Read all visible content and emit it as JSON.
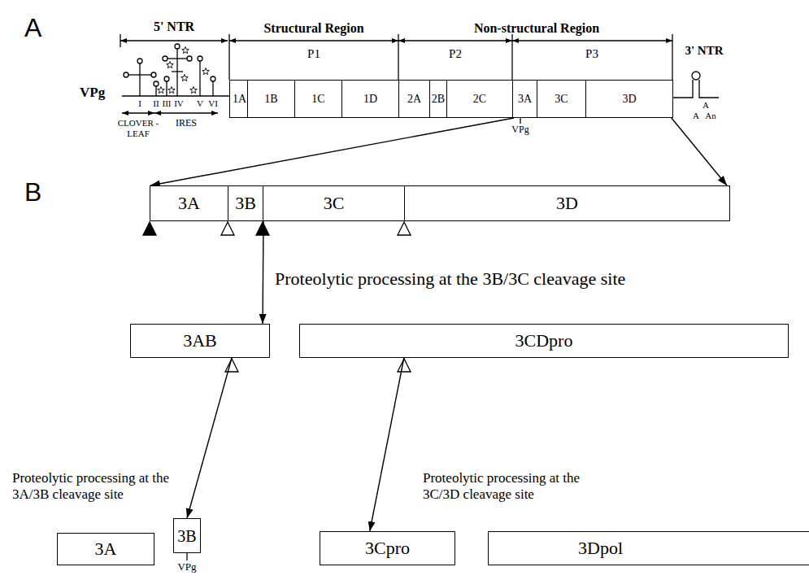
{
  "diagram": {
    "nodes": [
      {
        "text": [
          "1A"
        ]
      },
      {
        "text": [
          "1B"
        ]
      },
      {
        "text": [
          "1C"
        ]
      },
      {
        "text": [
          "1D"
        ]
      },
      {
        "text": [
          "2A"
        ]
      },
      {
        "text": [
          "2B"
        ]
      },
      {
        "text": [
          "2C"
        ]
      },
      {
        "text": [
          "3A"
        ]
      },
      {
        "text": [
          "3C"
        ]
      },
      {
        "text": [
          "3D"
        ]
      },
      {
        "text": [
          "3A"
        ]
      },
      {
        "text": [
          "3B"
        ]
      },
      {
        "text": [
          "3C"
        ]
      },
      {
        "text": [
          "3D"
        ]
      },
      {
        "text": [
          "3AB"
        ]
      },
      {
        "text": [
          "3CDpro"
        ]
      },
      {
        "text": [
          "3A"
        ]
      },
      {
        "text": [
          "3B"
        ]
      },
      {
        "text": [
          "3Cpro"
        ]
      },
      {
        "text": [
          "3Dpol"
        ]
      }
    ],
    "edges": [
      {
        "from": 7,
        "to": 10,
        "arrow": "to"
      },
      {
        "from": 9,
        "to": 13,
        "arrow": "to"
      },
      {
        "from": 11,
        "to": 14,
        "arrow": "to",
        "label": "Proteolytic processing at the 3B/3C cleavage site"
      },
      {
        "from": 14,
        "to": 17,
        "arrow": "to",
        "label": "Proteolytic processing at the 3A/3B cleavage site"
      },
      {
        "from": 15,
        "to": 18,
        "arrow": "to",
        "label": "Proteolytic processing at the 3C/3D cleavage site"
      }
    ],
    "labels": [
      "A",
      "5' NTR",
      "VPg",
      "I",
      "II",
      "III",
      "IV",
      "V",
      "VI",
      "CLOVER -LEAF",
      "IRES",
      "Structural Region",
      "Non-structural Region",
      "P1",
      "P2",
      "P3",
      "3' NTR",
      "A",
      "A",
      "An",
      "VPg",
      "B",
      "VPg"
    ]
  }
}
